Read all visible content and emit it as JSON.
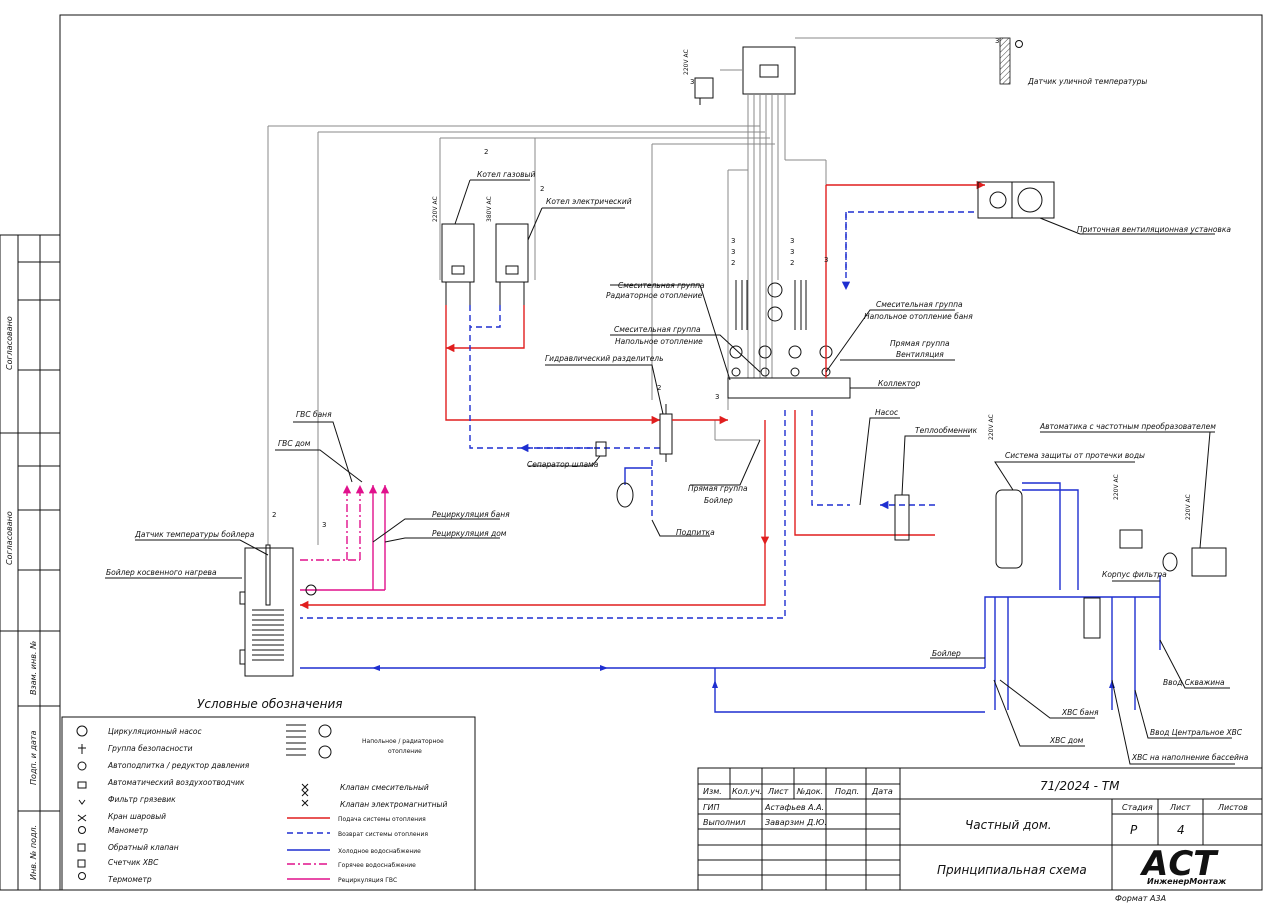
{
  "components": {
    "outdoor_sensor": "Датчик уличной температуры",
    "gas_boiler": "Котел газовый",
    "electric_boiler": "Котел электрический",
    "supply_ventilation": "Приточная вентиляционная установка",
    "mix_group_radiator_1": "Смесительная группа",
    "mix_group_radiator_2": "Радиаторное отопление",
    "mix_group_floor_1": "Смесительная группа",
    "mix_group_floor_2": "Напольное отопление",
    "mix_group_floor_bath_1": "Смесительная группа",
    "mix_group_floor_bath_2": "Напольное отопление баня",
    "direct_group_vent_1": "Прямая группа",
    "direct_group_vent_2": "Вентиляция",
    "hydraulic_separator": "Гидравлический разделитель",
    "collector": "Коллектор",
    "pump": "Насос",
    "heat_exchanger": "Теплообменник",
    "automation_vfd": "Автоматика с частотным преобразователем",
    "leak_protection": "Система защиты от протечки воды",
    "sludge_separator": "Сепаратор шлама",
    "direct_group_boiler_1": "Прямая группа",
    "direct_group_boiler_2": "Бойлер",
    "makeup": "Подпитка",
    "dhw_bath": "ГВС баня",
    "dhw_house": "ГВС дом",
    "recirc_bath": "Рециркуляция баня",
    "recirc_house": "Рециркуляция дом",
    "boiler_temp_sensor": "Датчик температуры бойлера",
    "indirect_boiler": "Бойлер косвенного нагрева",
    "filter_housing": "Корпус фильтра",
    "boiler_feed": "Бойлер",
    "cws_bath": "ХВС баня",
    "cws_house": "ХВС дом",
    "input_well": "Ввод Скважина",
    "input_central": "Ввод Центральное ХВС",
    "cws_pool": "ХВС на наполнение бассейна"
  },
  "voltage": {
    "v220": "220V AC",
    "v380": "380V AC"
  },
  "cable_marks": {
    "two": "2",
    "three": "3"
  },
  "legend": {
    "title": "Условные обозначения",
    "items": [
      "Циркуляционный насос",
      "Группа безопасности",
      "Автоподпитка / редуктор давления",
      "Автоматический воздухоотводчик",
      "Фильтр грязевик",
      "Кран шаровый",
      "Манометр",
      "Обратный клапан",
      "Счетчик ХВС",
      "Термометр"
    ],
    "items_right": {
      "floor_radiator_1": "Напольное / радиаторное",
      "floor_radiator_2": "отопление",
      "mix_valve": "Клапан смесительный",
      "solenoid_valve": "Клапан электромагнитный"
    },
    "lines": [
      {
        "label": "Подача системы отопления",
        "color": "#e01e1e",
        "style": "solid"
      },
      {
        "label": "Возврат системы отопления",
        "color": "#1e2fd0",
        "style": "dashed"
      },
      {
        "label": "Холодное водоснабжение",
        "color": "#1e2fd0",
        "style": "solid"
      },
      {
        "label": "Горячее водоснабжение",
        "color": "#e0108c",
        "style": "dashdot"
      },
      {
        "label": "Рециркуляция ГВС",
        "color": "#e0108c",
        "style": "solid"
      }
    ]
  },
  "side_stamps": {
    "agreed_1": "Согласовано",
    "agreed_2": "Согласовано",
    "inv_replace": "Взам. инв. №",
    "sign_date": "Подп. и дата",
    "inv_orig": "Инв. № подл."
  },
  "title_block": {
    "headers": [
      "Изм.",
      "Кол.уч.",
      "Лист",
      "№док.",
      "Подп.",
      "Дата"
    ],
    "gip_role": "ГИП",
    "gip_name": "Астафьев А.А.",
    "exec_role": "Выполнил",
    "exec_name": "Заварзин Д.Ю.",
    "doc_code": "71/2024 - ТМ",
    "project": "Частный дом.",
    "sheet_title": "Принципиальная схема",
    "stage_label": "Стадия",
    "sheet_label": "Лист",
    "sheets_label": "Листов",
    "stage_value": "Р",
    "sheet_value": "4",
    "company_logo": "АСТ",
    "company_name": "ИнженерМонтаж",
    "format": "Формат А3А"
  },
  "colors": {
    "supply": "#e01e1e",
    "return": "#1e2fd0",
    "dhw": "#e0108c",
    "control": "#888888"
  }
}
